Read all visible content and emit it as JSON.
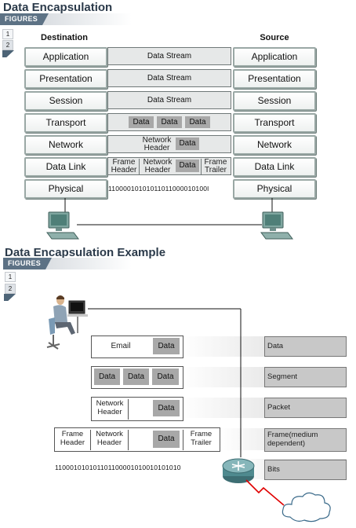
{
  "top": {
    "title": "Data Encapsulation",
    "figures_label": "FIGURES",
    "tabs": [
      "1",
      "2"
    ],
    "dest_label": "Destination",
    "src_label": "Source",
    "layers": [
      "Application",
      "Presentation",
      "Session",
      "Transport",
      "Network",
      "Data Link",
      "Physical"
    ],
    "stream": "Data Stream",
    "data": "Data",
    "network_header": "Network Header",
    "frame_header": "Frame Header",
    "frame_trailer": "Frame Trailer",
    "bits": "11000010101011011000010100l"
  },
  "bottom": {
    "title": "Data Encapsulation Example",
    "figures_label": "FIGURES",
    "tabs": [
      "1",
      "2"
    ],
    "email": "Email",
    "data": "Data",
    "network_header": "Network Header",
    "frame_header": "Frame Header",
    "frame_trailer": "Frame Trailer",
    "bits": "110001010101101100001010010101010",
    "labels": [
      "Data",
      "Segment",
      "Packet",
      "Frame(medium dependent)",
      "Bits"
    ]
  }
}
